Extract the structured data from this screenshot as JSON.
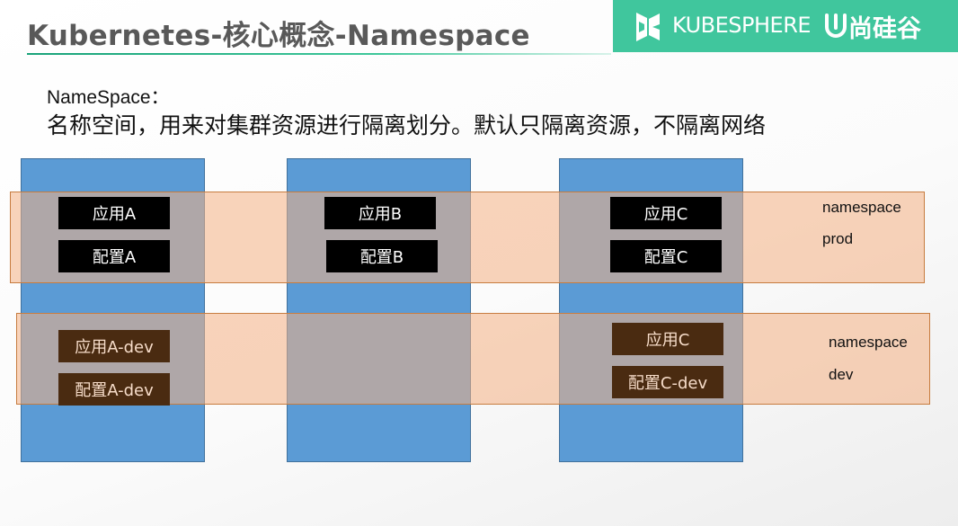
{
  "header": {
    "title": "Kubernetes-核心概念-Namespace",
    "brand": "KUBESPHERE",
    "partner": "尚硅谷"
  },
  "intro": {
    "label": "NameSpace：",
    "description": "名称空间，用来对集群资源进行隔离划分。默认只隔离资源，不隔离网络"
  },
  "namespaces": [
    {
      "name_line1": "namespace",
      "name_line2": "prod"
    },
    {
      "name_line1": "namespace",
      "name_line2": "dev"
    }
  ],
  "prod_boxes": {
    "col1": {
      "app": "应用A",
      "config": "配置A"
    },
    "col2": {
      "app": "应用B",
      "config": "配置B"
    },
    "col3": {
      "app": "应用C",
      "config": "配置C"
    }
  },
  "dev_boxes": {
    "col1": {
      "app": "应用A-dev",
      "config": "配置A-dev"
    },
    "col3": {
      "app": "应用C",
      "config": "配置C-dev"
    }
  },
  "colors": {
    "accent": "#40c69d",
    "node": "#5b9bd5",
    "namespace_band": "#f4b183",
    "prod_box": "#000000",
    "dev_box": "#4a2b11"
  }
}
